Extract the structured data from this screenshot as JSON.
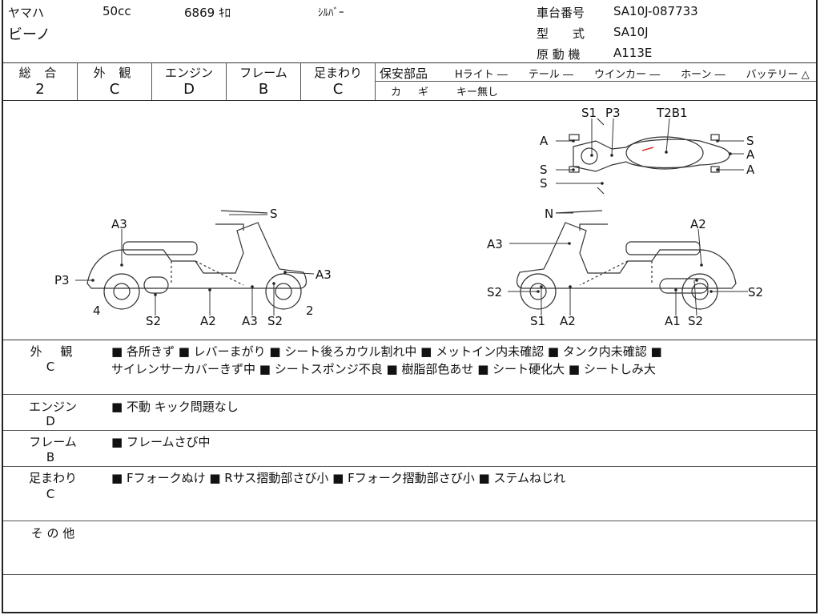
{
  "header": {
    "maker": "ヤマハ",
    "cc": "50cc",
    "mileage": "6869 ｷﾛ",
    "color": "ｼﾙﾊﾞｰ",
    "model_name": "ビーノ",
    "frame_no_label": "車台番号",
    "frame_no": "SA10J-087733",
    "type_label": "型　　式",
    "type": "SA10J",
    "engine_label": "原 動 機",
    "engine": "A113E"
  },
  "grades": [
    {
      "label": "総 合",
      "value": "2"
    },
    {
      "label": "外 観",
      "value": "C"
    },
    {
      "label": "エンジン",
      "value": "D"
    },
    {
      "label": "フレーム",
      "value": "B"
    },
    {
      "label": "足まわり",
      "value": "C"
    }
  ],
  "safety": {
    "label": "保安部品",
    "items": "Hライト ―　　テール ―　　ウインカー ―　　ホーン ―　　バッテリー △",
    "key_label": "カ　ギ",
    "key_value": "キー無し"
  },
  "diagram": {
    "top_labels": [
      "S1",
      "P3",
      "T2B1",
      "A",
      "S",
      "S",
      "S",
      "A",
      "A"
    ],
    "left_labels": [
      "A3",
      "S",
      "P3",
      "A3",
      "4",
      "2",
      "S2",
      "A2",
      "A3",
      "S2"
    ],
    "right_labels": [
      "N",
      "A3",
      "A2",
      "S2",
      "S2",
      "S1",
      "A2",
      "A1",
      "S2"
    ]
  },
  "sections": [
    {
      "label": "外　観",
      "grade": "C",
      "lines": [
        "■ 各所きず ■ レバーまがり ■ シート後ろカウル割れ中 ■ メットイン内未確認 ■ タンク内未確認 ■",
        "サイレンサーカバーきず中 ■ シートスポンジ不良 ■ 樹脂部色あせ ■ シート硬化大 ■ シートしみ大"
      ]
    },
    {
      "label": "エンジン",
      "grade": "D",
      "lines": [
        "■ 不動 キック問題なし"
      ]
    },
    {
      "label": "フレーム",
      "grade": "B",
      "lines": [
        "■ フレームさび中"
      ]
    },
    {
      "label": "足まわり",
      "grade": "C",
      "lines": [
        "■ Fフォークぬけ ■ Rサス摺動部さび小 ■ Fフォーク摺動部さび小 ■ ステムねじれ"
      ]
    },
    {
      "label": "そ の 他",
      "grade": "",
      "lines": []
    }
  ]
}
